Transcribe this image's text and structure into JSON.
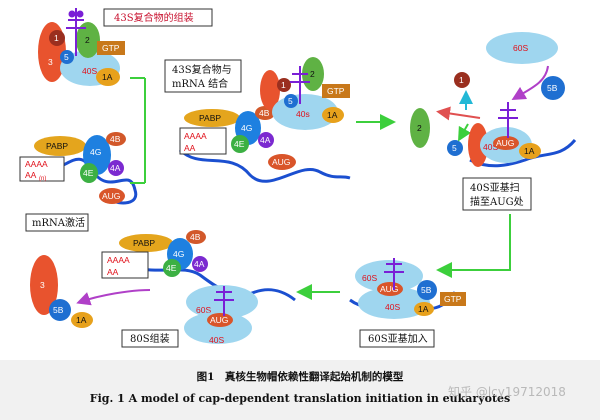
{
  "labels": {
    "assembly_43s": "43S复合物的组装",
    "binding_43s": [
      "43S复合物与",
      "mRNA 结合"
    ],
    "mrna_activation": "mRNA激活",
    "scan_40s": [
      "40S亚基扫",
      "描至AUG处"
    ],
    "join_60s": "60S亚基加入",
    "assembly_80s": "80S组装"
  },
  "molecules": {
    "eIF1": "1",
    "eIF2": "2",
    "eIF3": "3",
    "eIF5": "5",
    "eIF1A": "1A",
    "eIF5B": "5B",
    "gtp": "GTP",
    "pabp": "PABP",
    "eIF4B": "4B",
    "eIF4G": "4G",
    "eIF4E": "4E",
    "eIF4A": "4A",
    "aug": "AUG",
    "sub_40s": "40S",
    "sub_40s_small": "40s",
    "sub_60s": "60S",
    "poly_a_1": "AAAA",
    "poly_a_2": "AA",
    "poly_a_sub": "(n)"
  },
  "caption": {
    "cn": "图1　真核生物帽依赖性翻译起始机制的模型",
    "en": "Fig. 1   A model of cap-dependent translation initiation in eukaryotes",
    "watermark": "知乎 @lcy19712018"
  },
  "colors": {
    "eIF3": "#e8532e",
    "eIF2": "#5fb244",
    "eIF1": "#9a2f1f",
    "eIF5": "#1f6fd1",
    "eIF1A": "#e7a11c",
    "gtp": "#c8781a",
    "sub40s": "#9fd6ef",
    "sub60s": "#9fd6ef",
    "mrna": "#1b4fd0",
    "tRNA": "#7a1fd6",
    "pabp": "#e4a51d",
    "eIF4G": "#1e80e0",
    "eIF4E": "#3cb043",
    "eIF4A": "#7b2ad0",
    "eIF4B": "#d2582a",
    "aug": "#d9552a",
    "arrow_green": "#3ccf3c",
    "arrow_purple": "#b040c8"
  }
}
